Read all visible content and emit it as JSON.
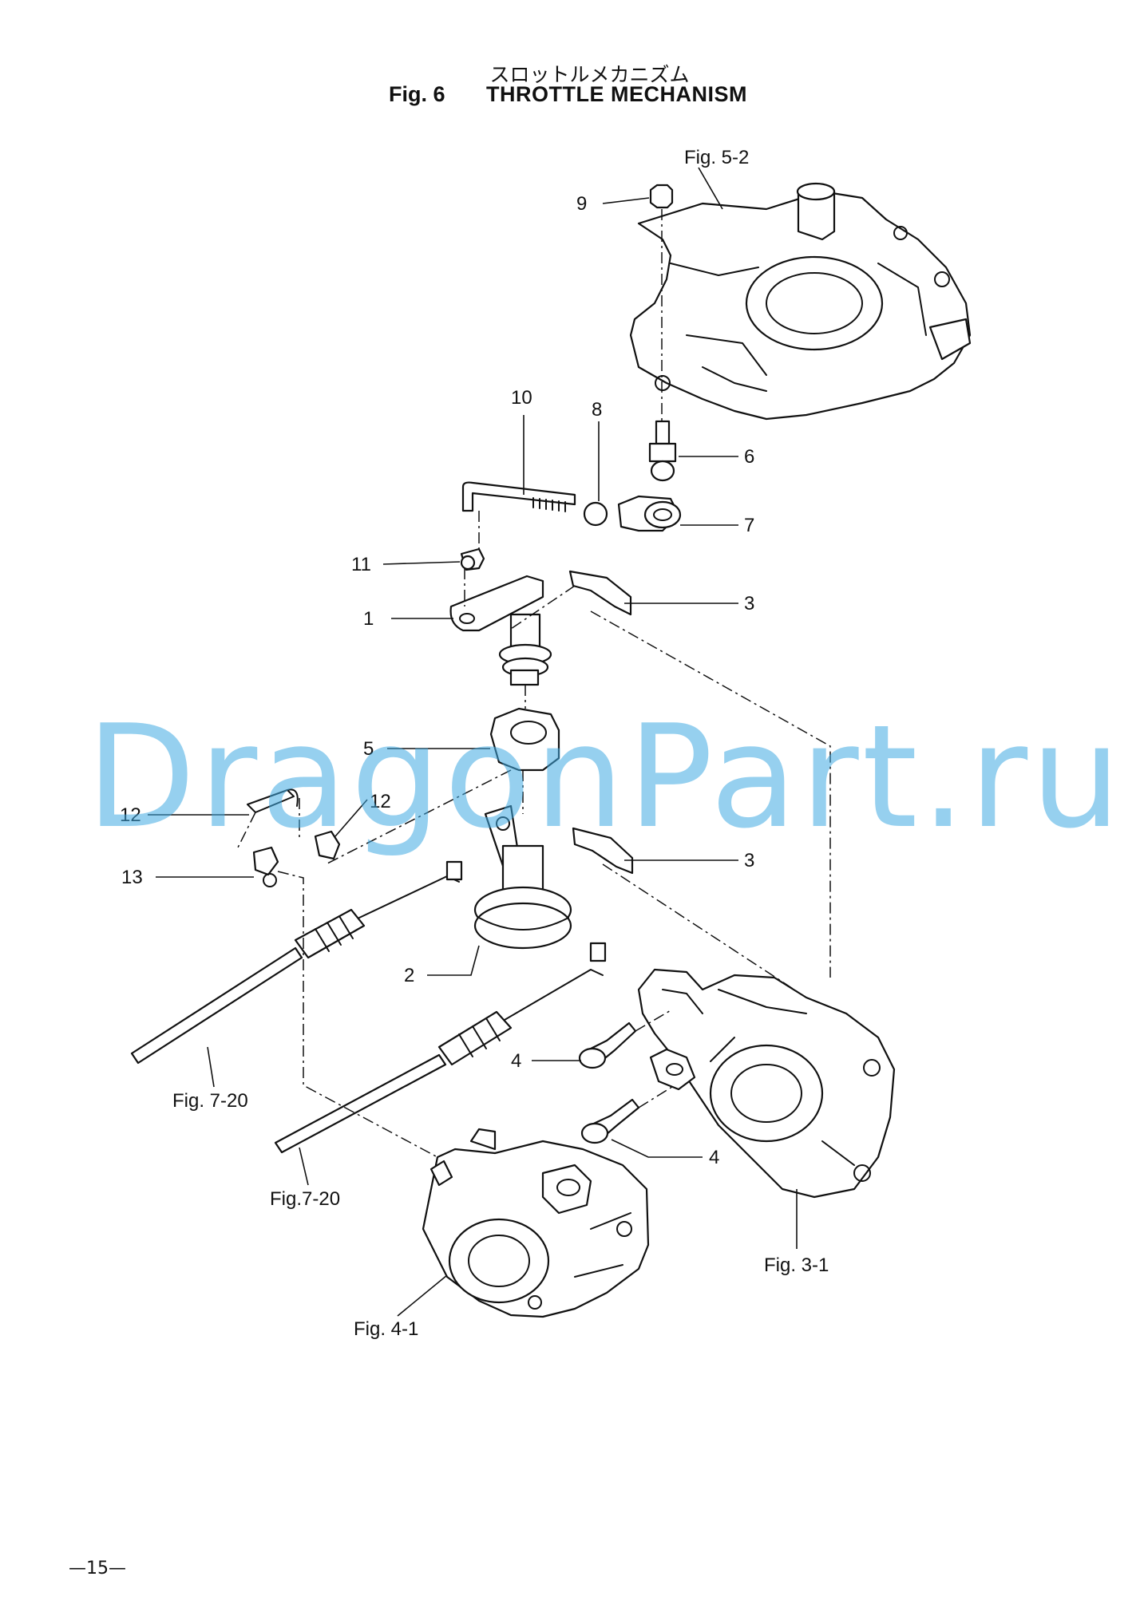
{
  "header": {
    "japanese_title": "スロットルメカニズム",
    "figure_number": "Fig. 6",
    "figure_title": "THROTTLE MECHANISM"
  },
  "callouts": {
    "c1": "1",
    "c2": "2",
    "c3a": "3",
    "c3b": "3",
    "c4a": "4",
    "c4b": "4",
    "c5": "5",
    "c6": "6",
    "c7": "7",
    "c8": "8",
    "c9": "9",
    "c10": "10",
    "c11": "11",
    "c12a": "12",
    "c12b": "12",
    "c13": "13"
  },
  "references": {
    "fig_5_2": "Fig. 5-2",
    "fig_7_20_a": "Fig. 7-20",
    "fig_7_20_b": "Fig.7-20",
    "fig_4_1": "Fig. 4-1",
    "fig_3_1": "Fig. 3-1"
  },
  "watermark": "DragonPart.ru",
  "footer": {
    "page_number": "—15—"
  },
  "colors": {
    "ink": "#111111",
    "watermark": "#3faae1",
    "background": "#ffffff"
  }
}
